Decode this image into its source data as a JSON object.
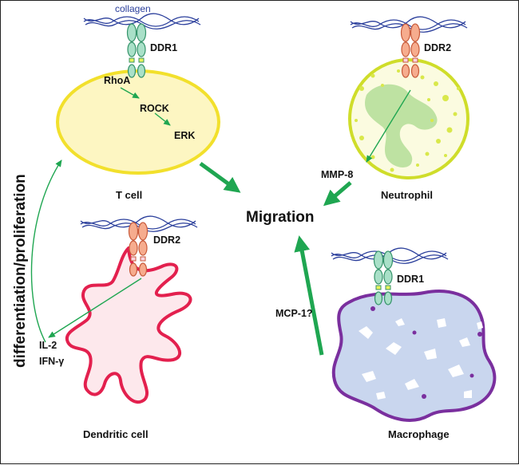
{
  "title": "",
  "labels": {
    "collagen": "collagen",
    "ddr1_tcell": "DDR1",
    "ddr2_neutrophil": "DDR2",
    "ddr2_dendritic": "DDR2",
    "ddr1_macrophage": "DDR1",
    "rhoa": "RhoA",
    "rock": "ROCK",
    "erk": "ERK",
    "mmp8": "MMP-8",
    "il2": "IL-2",
    "ifng": "IFN-γ",
    "mcp1": "MCP-1?",
    "migration": "Migration",
    "side_label": "differentiation/proliferation"
  },
  "cells": {
    "t_cell": "T cell",
    "neutrophil": "Neutrophil",
    "dendritic": "Dendritic cell",
    "macrophage": "Macrophage"
  },
  "colors": {
    "t_cell_fill": "#fdf6c2",
    "t_cell_stroke": "#f2e02c",
    "neutrophil_fill": "#fbfbe0",
    "neutrophil_stroke": "#cfdd2a",
    "granule": "#d9e84a",
    "nucleus": "#a9d98e",
    "dendritic_fill": "#fde8ec",
    "dendritic_stroke": "#e3204e",
    "macrophage_fill": "#c9d6ee",
    "macrophage_stroke": "#7a2f9e",
    "ddr1_fill": "#a9e0c8",
    "ddr1_stroke": "#35936a",
    "ddr2_fill": "#f6ac8e",
    "ddr2_stroke": "#c85a3a",
    "collagen": "#2b3f9c",
    "arrow_green": "#1fa651"
  }
}
